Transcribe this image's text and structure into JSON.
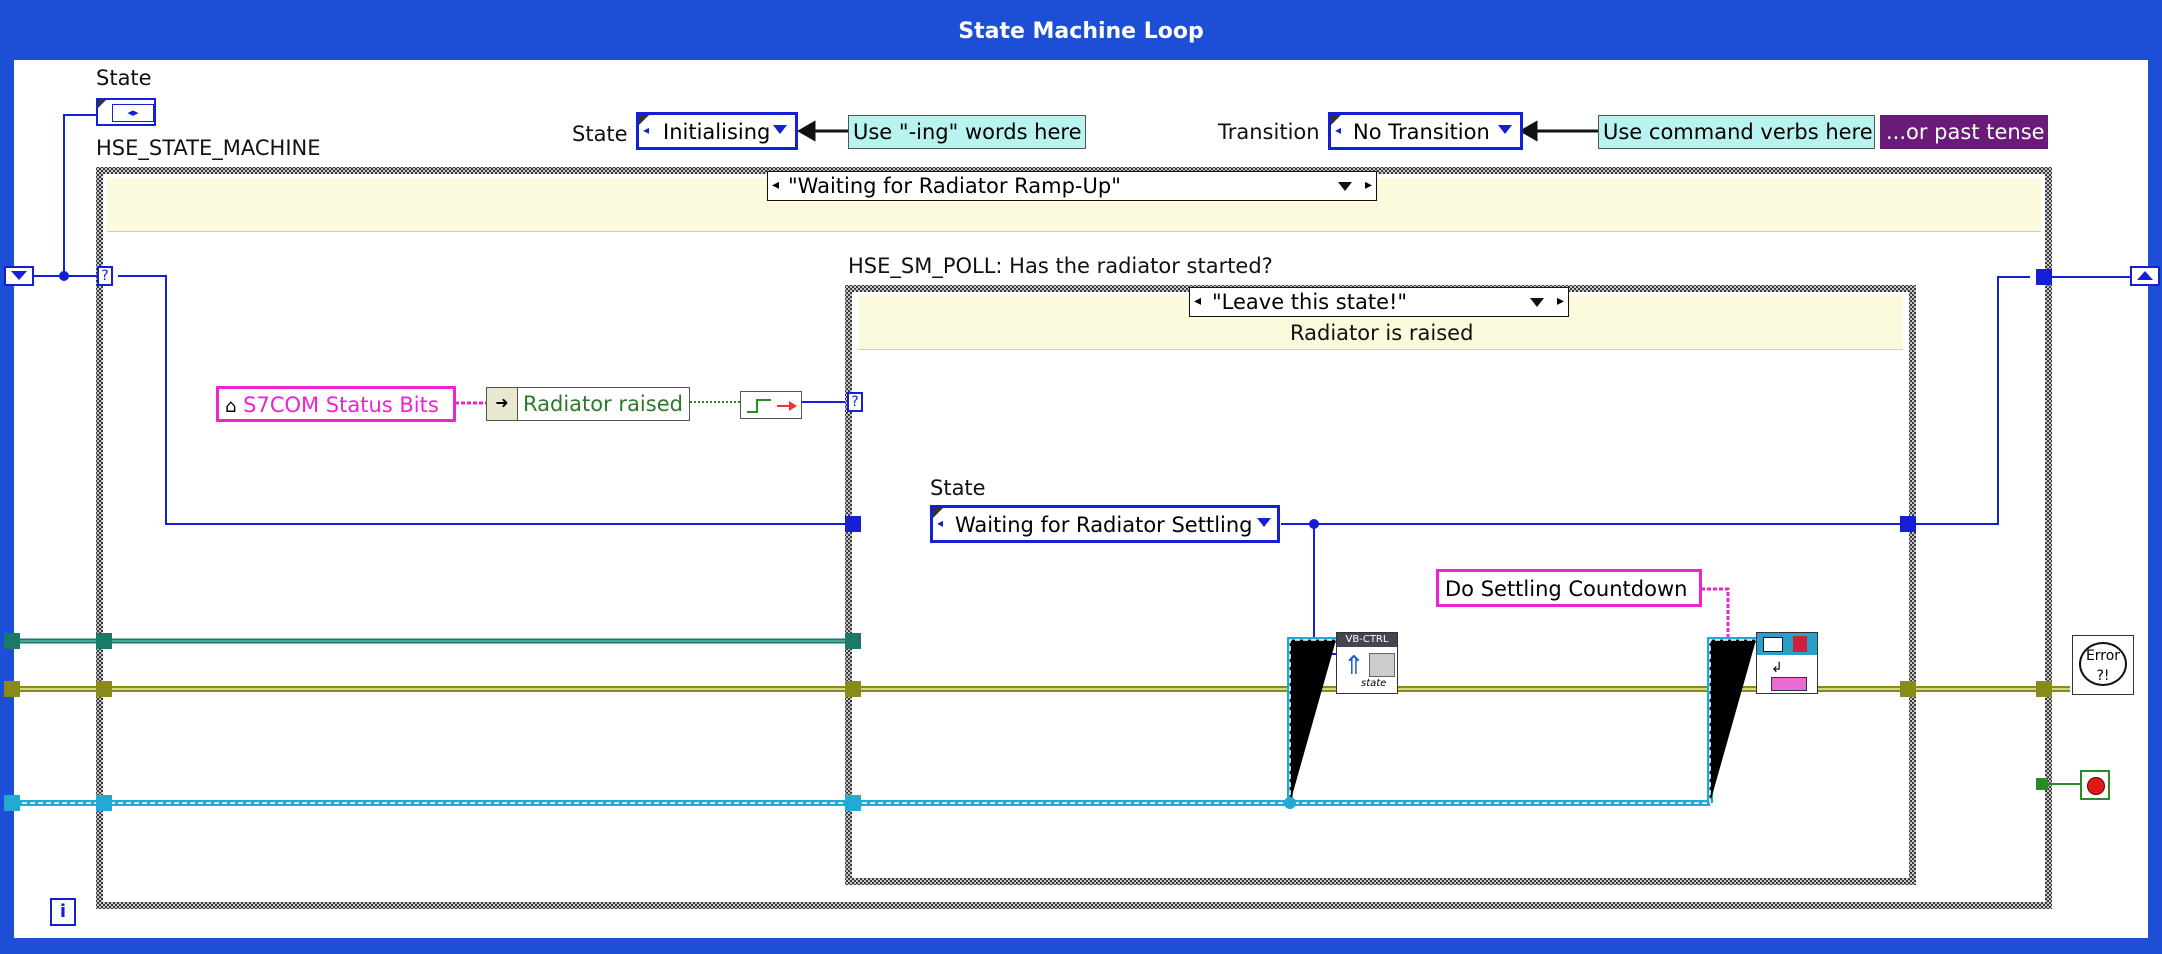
{
  "loop": {
    "title": "State Machine Loop",
    "info_icon": "i"
  },
  "top": {
    "shift_register_label": "State",
    "state_label": "State",
    "state_value": "Initialising",
    "state_comment": "Use \"-ing\" words here",
    "transition_label": "Transition",
    "transition_value": "No Transition",
    "transition_comment": "Use command verbs here",
    "past_tense_comment": "...or past tense"
  },
  "outer_case": {
    "name": "HSE_STATE_MACHINE",
    "selector": "\"Waiting for Radiator Ramp-Up\"",
    "selector_terminal": "?"
  },
  "inner_case": {
    "name": "HSE_SM_POLL: Has the radiator started?",
    "selector": "\"Leave this state!\"",
    "subheader": "Radiator is raised",
    "selector_terminal": "?"
  },
  "nodes": {
    "status_bits": "S7COM Status Bits",
    "unbundle_field": "Radiator raised",
    "next_state_label": "State",
    "next_state_value": "Waiting for Radiator Settling",
    "message_constant": "Do Settling Countdown",
    "vi_ctrl_header": "VB-CTRL",
    "vi_ctrl_sub": "state",
    "error_icon_text": "Error ?!"
  },
  "colors": {
    "loop_blue": "#1c4fd6",
    "enum_blue": "#1520d6",
    "string_pink": "#ec22d3",
    "comment_cyan": "#b9f3f0",
    "comment_purple": "#6a1b7a",
    "cluster_olive": "#8a8a1a",
    "class_teal": "#1a7a6a",
    "queue_cyan": "#22a9d6",
    "case_header": "#fbfadc"
  }
}
